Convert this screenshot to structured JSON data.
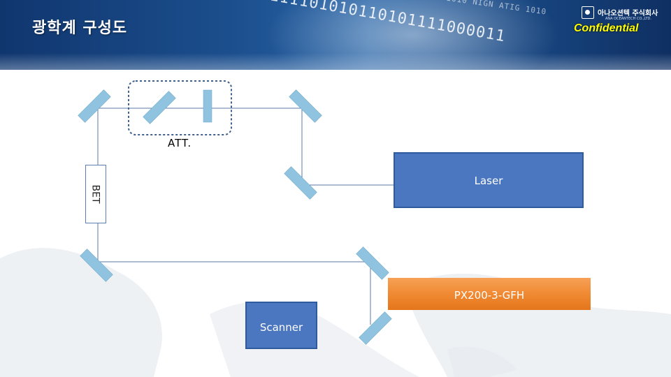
{
  "slide": {
    "title": "광학계 구성도",
    "company_name": "아나오션텍 주식회사",
    "company_tagline": "ANA OCEANTECH CO.,LTD.",
    "confidential": "Confidential"
  },
  "diagram": {
    "laser_label": "Laser",
    "px_label": "PX200-3-GFH",
    "scanner_label": "Scanner",
    "bet_label": "BET",
    "att_label": "ATT."
  },
  "colors": {
    "banner_blue": "#1c4f8e",
    "box_blue": "#4a77bf",
    "mirror_blue": "#8fc3e0",
    "px_orange": "#f08a33",
    "beam_line": "#5b79a6",
    "confidential_yellow": "#ffff00"
  }
}
